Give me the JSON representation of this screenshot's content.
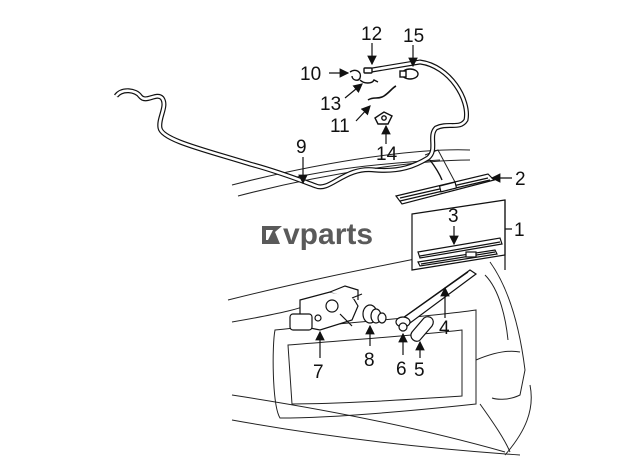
{
  "logo": {
    "brand_text": "vparts"
  },
  "callouts": {
    "c1": "1",
    "c2": "2",
    "c3": "3",
    "c4": "4",
    "c5": "5",
    "c6": "6",
    "c7": "7",
    "c8": "8",
    "c9": "9",
    "c10": "10",
    "c11": "11",
    "c12": "12",
    "c13": "13",
    "c14": "14",
    "c15": "15"
  }
}
